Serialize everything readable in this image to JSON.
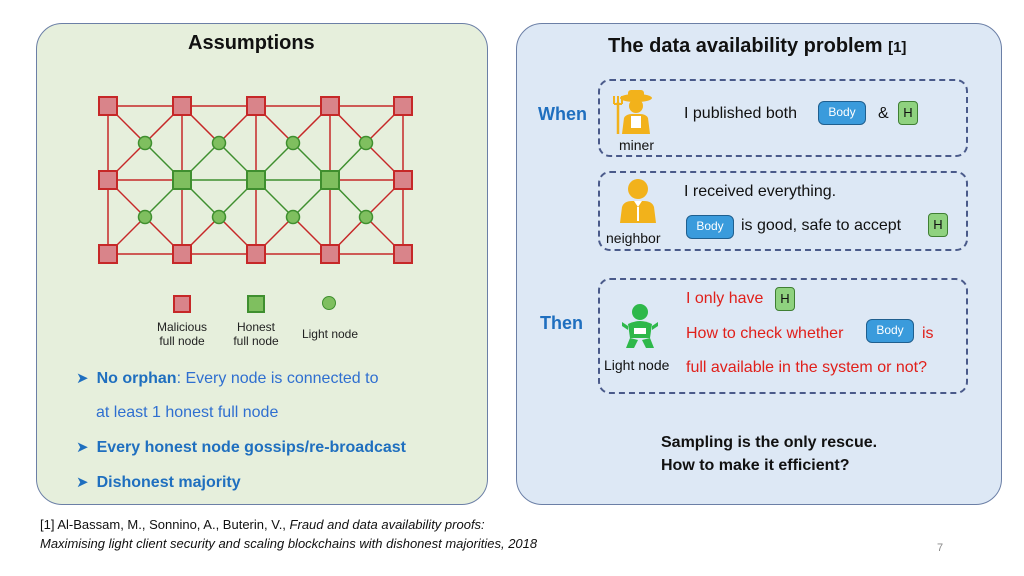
{
  "left": {
    "title": "Assumptions",
    "legend": {
      "malicious": "Malicious\nfull node",
      "honest": "Honest\nfull node",
      "light": "Light node"
    },
    "bullets": [
      {
        "bold": "No orphan",
        "rest": ": Every node is connected to",
        "cont": "at least 1 honest full node"
      },
      {
        "bold": "Every honest node gossips/re-broadcast"
      },
      {
        "bold": "Dishonest majority"
      }
    ]
  },
  "right": {
    "title": "The data availability problem",
    "ref": "[1]",
    "when_label": "When",
    "then_label": "Then",
    "miner_label": "miner",
    "neighbor_label": "neighbor",
    "light_label": "Light node",
    "miner_text": "I published both",
    "amp": "&",
    "body": "Body",
    "h": "H",
    "neighbor_line1": "I received everything.",
    "neighbor_line2": "is good,  safe to  accept",
    "then_line1": "I only have",
    "then_line2a": "How to check whether",
    "then_line2b": "is",
    "then_line3": "full available in the system or not?",
    "sampling1": "Sampling is the only rescue.",
    "sampling2": "How to make it efficient?"
  },
  "footer": {
    "ref_plain": "[1] Al-Bassam, M., Sonnino, A., Buterin, V., ",
    "ref_italic1": "Fraud and data availability proofs:",
    "ref_italic2": "Maximising light client security and scaling blockchains with dishonest majorities, 2018",
    "page_number": "7"
  },
  "colors": {
    "malicious": "#d9848a",
    "honest": "#7fbf5f",
    "light": "#7fbf5f",
    "accent_blue": "#1f6fbf",
    "alert_red": "#e0201b"
  }
}
